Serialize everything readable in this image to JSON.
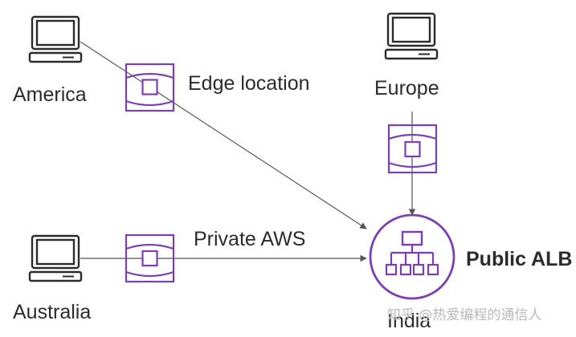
{
  "nodes": {
    "america": "America",
    "australia": "Australia",
    "europe": "Europe",
    "india": "India",
    "alb": "Public ALB"
  },
  "edge_labels": {
    "edge_location": "Edge location",
    "private_aws": "Private AWS"
  },
  "watermark": "知乎 @热爱编程的通信人",
  "colors": {
    "client": "#2b2b2b",
    "edge": "#7b3fb5",
    "alb": "#7b3fb5",
    "arrow": "#555555"
  }
}
